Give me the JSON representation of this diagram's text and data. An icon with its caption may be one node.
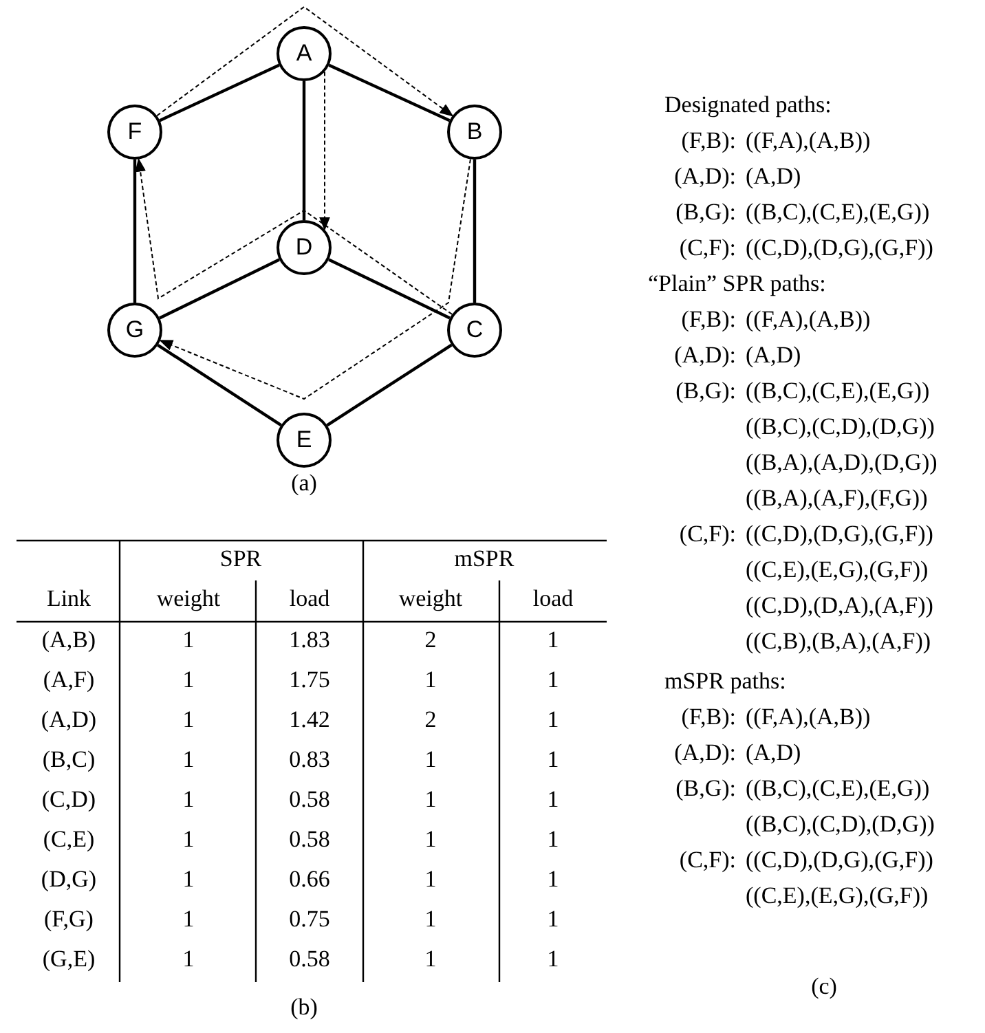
{
  "diagram": {
    "nodes": [
      {
        "text": [
          "A"
        ]
      },
      {
        "text": [
          "F"
        ]
      },
      {
        "text": [
          "B"
        ]
      },
      {
        "text": [
          "D"
        ]
      },
      {
        "text": [
          "G"
        ]
      },
      {
        "text": [
          "C"
        ]
      },
      {
        "text": [
          "E"
        ]
      }
    ],
    "edges": [
      {
        "from": 0,
        "to": 2,
        "arrow": "none"
      },
      {
        "from": 0,
        "to": 1,
        "arrow": "none"
      },
      {
        "from": 0,
        "to": 3,
        "arrow": "none"
      },
      {
        "from": 2,
        "to": 5,
        "arrow": "none"
      },
      {
        "from": 5,
        "to": 3,
        "arrow": "none"
      },
      {
        "from": 5,
        "to": 6,
        "arrow": "none"
      },
      {
        "from": 3,
        "to": 4,
        "arrow": "none"
      },
      {
        "from": 1,
        "to": 4,
        "arrow": "none"
      },
      {
        "from": 4,
        "to": 6,
        "arrow": "none"
      },
      {
        "from": 1,
        "to": 2,
        "arrow": "to",
        "style": "dashed"
      },
      {
        "from": 0,
        "to": 3,
        "arrow": "to",
        "style": "dashed"
      },
      {
        "from": 2,
        "to": 4,
        "arrow": "to",
        "style": "dashed"
      },
      {
        "from": 5,
        "to": 1,
        "arrow": "to",
        "style": "dashed"
      }
    ],
    "labels": [
      "(a)",
      "SPR",
      "mSPR",
      "Link",
      "weight",
      "load",
      "weight",
      "load",
      "(A,B)",
      "1",
      "1.83",
      "2",
      "1",
      "(A,F)",
      "1",
      "1.75",
      "1",
      "1",
      "(A,D)",
      "1",
      "1.42",
      "2",
      "1",
      "(B,C)",
      "1",
      "0.83",
      "1",
      "1",
      "(C,D)",
      "1",
      "0.58",
      "1",
      "1",
      "(C,E)",
      "1",
      "0.58",
      "1",
      "1",
      "(D,G)",
      "1",
      "0.66",
      "1",
      "1",
      "(F,G)",
      "1",
      "0.75",
      "1",
      "1",
      "(G,E)",
      "1",
      "0.58",
      "1",
      "1",
      "(b)",
      "Designated paths:",
      "(F,B):",
      "((F,A),(A,B))",
      "(A,D):",
      "(A,D)",
      "(B,G):",
      "((B,C),(C,E),(E,G))",
      "(C,F):",
      "((C,D),(D,G),(G,F))",
      "“Plain” SPR paths:",
      "(F,B):",
      "((F,A),(A,B))",
      "(A,D):",
      "(A,D)",
      "(B,G):",
      "((B,C),(C,E),(E,G))",
      "((B,C),(C,D),(D,G))",
      "((B,A),(A,D),(D,G))",
      "((B,A),(A,F),(F,G))",
      "(C,F):",
      "((C,D),(D,G),(G,F))",
      "((C,E),(E,G),(G,F))",
      "((C,D),(D,A),(A,F))",
      "((C,B),(B,A),(A,F))",
      "mSPR paths:",
      "(F,B):",
      "((F,A),(A,B))",
      "(A,D):",
      "(A,D)",
      "(B,G):",
      "((B,C),(C,E),(E,G))",
      "((B,C),(C,D),(D,G))",
      "(C,F):",
      "((C,D),(D,G),(G,F))",
      "((C,E),(E,G),(G,F))",
      "(c)"
    ]
  }
}
